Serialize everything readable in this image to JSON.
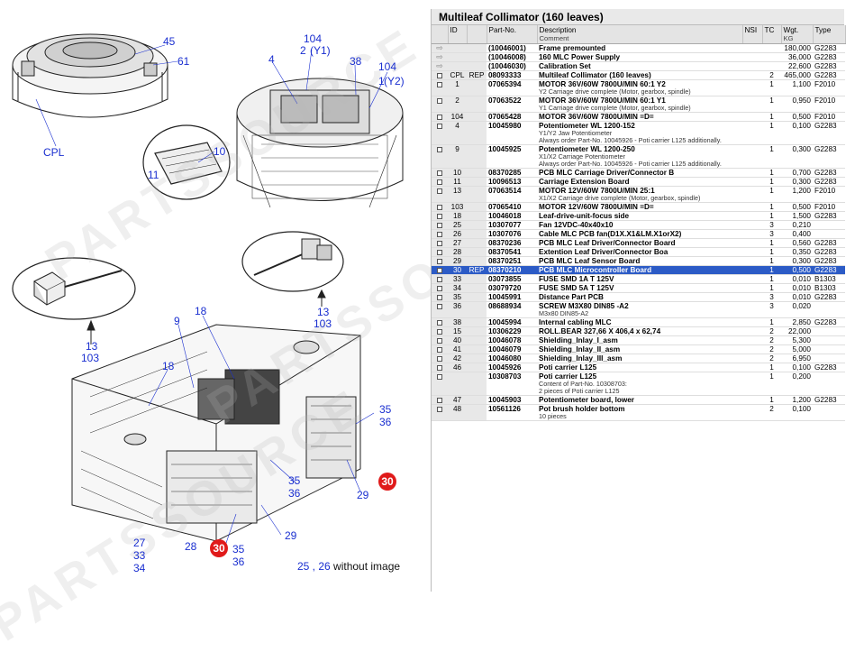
{
  "panel": {
    "title": "Multileaf Collimator (160 leaves)",
    "columns": {
      "id": "ID",
      "part_no": "Part-No.",
      "desc": "Description",
      "desc_sub": "Comment",
      "nsi": "NSI",
      "tc": "TC",
      "wgt": "Wgt.",
      "wgt_sub": "KG",
      "type": "Type"
    },
    "rows": [
      {
        "mark": "arrow",
        "id": "",
        "rep": "",
        "part": "(10046001)",
        "desc": "Frame premounted",
        "comment": "",
        "nsi": "",
        "tc": "",
        "wgt": "180,000",
        "type": "G2283"
      },
      {
        "mark": "arrow",
        "id": "",
        "rep": "",
        "part": "(10046008)",
        "desc": "160 MLC Power Supply",
        "comment": "",
        "nsi": "",
        "tc": "",
        "wgt": "36,000",
        "type": "G2283"
      },
      {
        "mark": "arrow",
        "id": "",
        "rep": "",
        "part": "(10046030)",
        "desc": "Calibration Set",
        "comment": "",
        "nsi": "",
        "tc": "",
        "wgt": "22,600",
        "type": "G2283"
      },
      {
        "mark": "box",
        "id": "CPL",
        "rep": "REP",
        "part": "08093333",
        "desc": "Multileaf Collimator (160 leaves)",
        "comment": "",
        "nsi": "",
        "tc": "2",
        "wgt": "465,000",
        "type": "G2283"
      },
      {
        "mark": "box",
        "id": "1",
        "rep": "",
        "part": "07065394",
        "desc": "MOTOR 36V/60W 7800U/MIN 60:1 Y2",
        "comment": "Y2 Carriage drive complete (Motor, gearbox, spindle)",
        "nsi": "",
        "tc": "1",
        "wgt": "1,100",
        "type": "F2010"
      },
      {
        "mark": "box",
        "id": "2",
        "rep": "",
        "part": "07063522",
        "desc": "MOTOR 36V/60W 7800U/MIN 60:1 Y1",
        "comment": "Y1 Carriage drive complete (Motor, gearbox, spindle)",
        "nsi": "",
        "tc": "1",
        "wgt": "0,950",
        "type": "F2010"
      },
      {
        "mark": "box",
        "id": "104",
        "rep": "",
        "part": "07065428",
        "desc": "MOTOR 36V/60W 7800U/MIN =D=",
        "comment": "",
        "nsi": "",
        "tc": "1",
        "wgt": "0,500",
        "type": "F2010"
      },
      {
        "mark": "box",
        "id": "4",
        "rep": "",
        "part": "10045980",
        "desc": "Potentiometer WL 1200-152",
        "comment": "Y1/Y2 Jaw Potentiometer|Always order Part-No. 10045926 - Poti carrier L125 additionally.",
        "nsi": "",
        "tc": "1",
        "wgt": "0,100",
        "type": "G2283"
      },
      {
        "mark": "box",
        "id": "9",
        "rep": "",
        "part": "10045925",
        "desc": "Potentiometer WL 1200-250",
        "comment": "X1/X2 Carriage Potentiometer|Always order Part-No. 10045926 - Poti carrier L125 additionally.",
        "nsi": "",
        "tc": "1",
        "wgt": "0,300",
        "type": "G2283"
      },
      {
        "mark": "box",
        "id": "10",
        "rep": "",
        "part": "08370285",
        "desc": "PCB MLC Carriage Driver/Connector B",
        "comment": "",
        "nsi": "",
        "tc": "1",
        "wgt": "0,700",
        "type": "G2283"
      },
      {
        "mark": "box",
        "id": "11",
        "rep": "",
        "part": "10096513",
        "desc": "Carriage Extension Board",
        "comment": "",
        "nsi": "",
        "tc": "1",
        "wgt": "0,300",
        "type": "G2283"
      },
      {
        "mark": "box",
        "id": "13",
        "rep": "",
        "part": "07063514",
        "desc": "MOTOR 12V/60W 7800U/MIN 25:1",
        "comment": "X1/X2 Carriage drive complete (Motor, gearbox, spindle)",
        "nsi": "",
        "tc": "1",
        "wgt": "1,200",
        "type": "F2010"
      },
      {
        "mark": "box",
        "id": "103",
        "rep": "",
        "part": "07065410",
        "desc": "MOTOR 12V/60W 7800U/MIN =D=",
        "comment": "",
        "nsi": "",
        "tc": "1",
        "wgt": "0,500",
        "type": "F2010"
      },
      {
        "mark": "box",
        "id": "18",
        "rep": "",
        "part": "10046018",
        "desc": "Leaf-drive-unit-focus side",
        "comment": "",
        "nsi": "",
        "tc": "1",
        "wgt": "1,500",
        "type": "G2283"
      },
      {
        "mark": "box",
        "id": "25",
        "rep": "",
        "part": "10307077",
        "desc": "Fan 12VDC-40x40x10",
        "comment": "",
        "nsi": "",
        "tc": "3",
        "wgt": "0,210",
        "type": ""
      },
      {
        "mark": "box",
        "id": "26",
        "rep": "",
        "part": "10307076",
        "desc": "Cable MLC PCB fan(D1X.X1&LM.X1orX2)",
        "comment": "",
        "nsi": "",
        "tc": "3",
        "wgt": "0,400",
        "type": ""
      },
      {
        "mark": "box",
        "id": "27",
        "rep": "",
        "part": "08370236",
        "desc": "PCB MLC Leaf Driver/Connector Board",
        "comment": "",
        "nsi": "",
        "tc": "1",
        "wgt": "0,560",
        "type": "G2283"
      },
      {
        "mark": "box",
        "id": "28",
        "rep": "",
        "part": "08370541",
        "desc": "Extention Leaf Driver/Connector Boa",
        "comment": "",
        "nsi": "",
        "tc": "1",
        "wgt": "0,350",
        "type": "G2283"
      },
      {
        "mark": "box",
        "id": "29",
        "rep": "",
        "part": "08370251",
        "desc": "PCB MLC Leaf Sensor Board",
        "comment": "",
        "nsi": "",
        "tc": "1",
        "wgt": "0,300",
        "type": "G2283"
      },
      {
        "mark": "box",
        "id": "30",
        "rep": "REP",
        "part": "08370210",
        "desc": "PCB MLC Microcontroller Board",
        "comment": "",
        "nsi": "",
        "tc": "1",
        "wgt": "0,500",
        "type": "G2283",
        "selected": true
      },
      {
        "mark": "box",
        "id": "33",
        "rep": "",
        "part": "03073855",
        "desc": "FUSE SMD 1A T 125V",
        "comment": "",
        "nsi": "",
        "tc": "1",
        "wgt": "0,010",
        "type": "B1303"
      },
      {
        "mark": "box",
        "id": "34",
        "rep": "",
        "part": "03079720",
        "desc": "FUSE SMD 5A T 125V",
        "comment": "",
        "nsi": "",
        "tc": "1",
        "wgt": "0,010",
        "type": "B1303"
      },
      {
        "mark": "box",
        "id": "35",
        "rep": "",
        "part": "10045991",
        "desc": "Distance Part PCB",
        "comment": "",
        "nsi": "",
        "tc": "3",
        "wgt": "0,010",
        "type": "G2283"
      },
      {
        "mark": "box",
        "id": "36",
        "rep": "",
        "part": "08688934",
        "desc": "SCREW M3X80 DIN85 -A2",
        "comment": "M3x80 DIN85-A2",
        "nsi": "",
        "tc": "3",
        "wgt": "0,020",
        "type": ""
      },
      {
        "mark": "box",
        "id": "38",
        "rep": "",
        "part": "10045994",
        "desc": "Internal cabling MLC",
        "comment": "",
        "nsi": "",
        "tc": "1",
        "wgt": "2,850",
        "type": "G2283"
      },
      {
        "mark": "box",
        "id": "15",
        "rep": "",
        "part": "10306229",
        "desc": "ROLL.BEAR 327,66 X 406,4 x 62,74",
        "comment": "",
        "nsi": "",
        "tc": "2",
        "wgt": "22,000",
        "type": ""
      },
      {
        "mark": "box",
        "id": "40",
        "rep": "",
        "part": "10046078",
        "desc": "Shielding_Inlay_I_asm",
        "comment": "",
        "nsi": "",
        "tc": "2",
        "wgt": "5,300",
        "type": ""
      },
      {
        "mark": "box",
        "id": "41",
        "rep": "",
        "part": "10046079",
        "desc": "Shielding_Inlay_II_asm",
        "comment": "",
        "nsi": "",
        "tc": "2",
        "wgt": "5,000",
        "type": ""
      },
      {
        "mark": "box",
        "id": "42",
        "rep": "",
        "part": "10046080",
        "desc": "Shielding_Inlay_III_asm",
        "comment": "",
        "nsi": "",
        "tc": "2",
        "wgt": "6,950",
        "type": ""
      },
      {
        "mark": "box",
        "id": "46",
        "rep": "",
        "part": "10045926",
        "desc": "Poti carrier L125",
        "comment": "",
        "nsi": "",
        "tc": "1",
        "wgt": "0,100",
        "type": "G2283"
      },
      {
        "mark": "box",
        "id": "",
        "rep": "",
        "part": "10308703",
        "desc": "Poti carrier L125",
        "comment": "Content of Part-No. 10308703:|2 pieces of Poti carrier L125",
        "nsi": "",
        "tc": "1",
        "wgt": "0,200",
        "type": ""
      },
      {
        "mark": "box",
        "id": "47",
        "rep": "",
        "part": "10045903",
        "desc": "Potentiometer board, lower",
        "comment": "",
        "nsi": "",
        "tc": "1",
        "wgt": "1,200",
        "type": "G2283"
      },
      {
        "mark": "box",
        "id": "48",
        "rep": "",
        "part": "10561126",
        "desc": "Pot brush holder bottom",
        "comment": "10 pieces",
        "nsi": "",
        "tc": "2",
        "wgt": "0,100",
        "type": ""
      }
    ]
  },
  "diagram": {
    "callouts": [
      "45",
      "61",
      "CPL",
      "104",
      "2",
      "(Y1)",
      "38",
      "4",
      "104",
      "1",
      "(Y2)",
      "10",
      "11",
      "13",
      "103",
      "13",
      "103",
      "18",
      "9",
      "18",
      "35",
      "36",
      "35",
      "36",
      "29",
      "30",
      "27",
      "33",
      "34",
      "28",
      "30",
      "35",
      "36",
      "29"
    ],
    "caption_nums": "25 , 26",
    "caption_text": " without image",
    "watermark": "PARTSSOURCE"
  }
}
